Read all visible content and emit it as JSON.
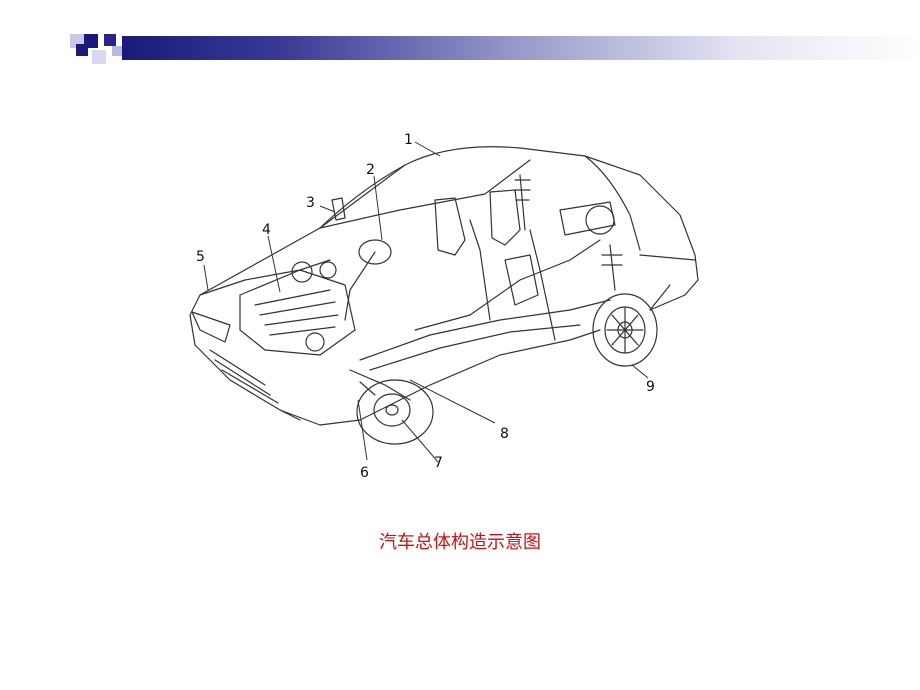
{
  "caption": "汽车总体构造示意图",
  "callouts": [
    "1",
    "2",
    "3",
    "4",
    "5",
    "6",
    "7",
    "8",
    "9"
  ],
  "colors": {
    "caption": "#cc1111",
    "bar_start": "#1a1a7a",
    "bar_end": "#ffffff",
    "square_dark": "#1a1a7a",
    "square_light": "#b9b9dc",
    "line": "#333333"
  }
}
